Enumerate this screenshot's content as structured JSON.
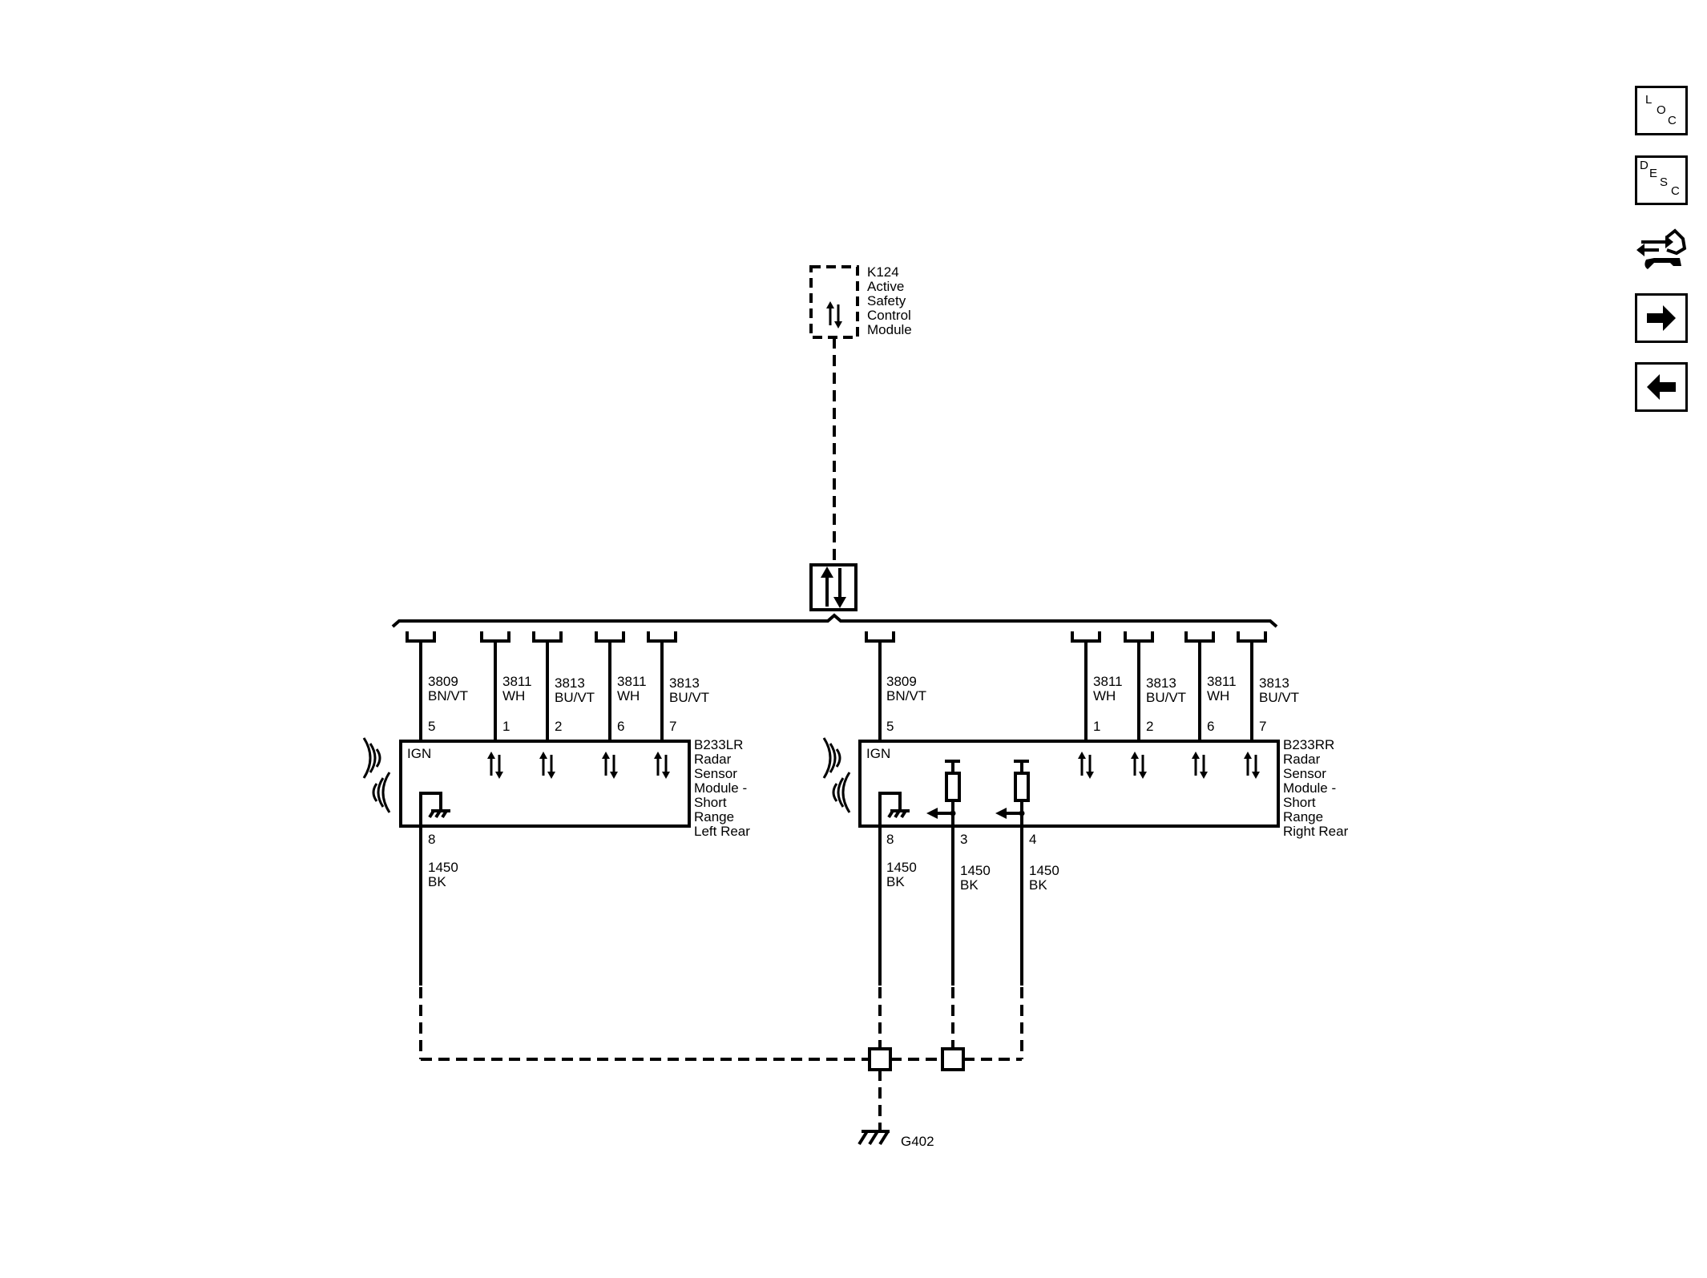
{
  "k124": {
    "id": "K124",
    "lines": [
      "Active",
      "Safety",
      "Control",
      "Module"
    ]
  },
  "left_module": {
    "id": "B233LR",
    "lines": [
      "Radar",
      "Sensor",
      "Module -",
      "Short",
      "Range",
      "Left Rear"
    ],
    "ign": "IGN",
    "wires": [
      {
        "circuit": "3809",
        "color": "BN/VT",
        "pin": "5"
      },
      {
        "circuit": "3811",
        "color": "WH",
        "pin": "1"
      },
      {
        "circuit": "3813",
        "color": "BU/VT",
        "pin": "2"
      },
      {
        "circuit": "3811",
        "color": "WH",
        "pin": "6"
      },
      {
        "circuit": "3813",
        "color": "BU/VT",
        "pin": "7"
      }
    ],
    "ground": {
      "pin": "8",
      "circuit": "1450",
      "color": "BK"
    }
  },
  "right_module": {
    "id": "B233RR",
    "lines": [
      "Radar",
      "Sensor",
      "Module -",
      "Short",
      "Range",
      "Right Rear"
    ],
    "ign": "IGN",
    "wires": [
      {
        "circuit": "3809",
        "color": "BN/VT",
        "pin": "5"
      },
      {
        "circuit": "3811",
        "color": "WH",
        "pin": "1"
      },
      {
        "circuit": "3813",
        "color": "BU/VT",
        "pin": "2"
      },
      {
        "circuit": "3811",
        "color": "WH",
        "pin": "6"
      },
      {
        "circuit": "3813",
        "color": "BU/VT",
        "pin": "7"
      }
    ],
    "grounds": [
      {
        "pin": "8",
        "circuit": "1450",
        "color": "BK"
      },
      {
        "pin": "3",
        "circuit": "1450",
        "color": "BK"
      },
      {
        "pin": "4",
        "circuit": "1450",
        "color": "BK"
      }
    ]
  },
  "ground_point": "G402",
  "sidebar": {
    "loc": [
      "L",
      "O",
      "C"
    ],
    "desc": [
      "D",
      "E",
      "S",
      "C"
    ],
    "icons": [
      "connector-repair-icon",
      "arrow-right-icon",
      "arrow-left-icon"
    ]
  }
}
